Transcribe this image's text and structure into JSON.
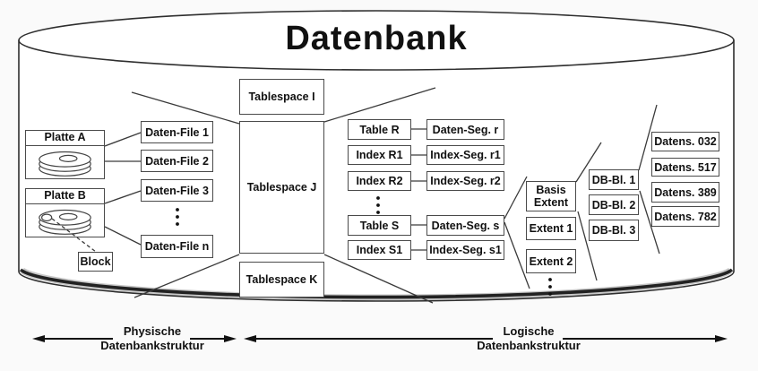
{
  "title": "Datenbank",
  "nodes": {
    "tablespace_i": "Tablespace I",
    "tablespace_j": "Tablespace J",
    "tablespace_k": "Tablespace K",
    "platte_a": "Platte A",
    "platte_b": "Platte B",
    "block": "Block",
    "daten_file_1": "Daten-File 1",
    "daten_file_2": "Daten-File 2",
    "daten_file_3": "Daten-File 3",
    "daten_file_n": "Daten-File n",
    "table_r": "Table R",
    "daten_seg_r": "Daten-Seg. r",
    "index_r1": "Index R1",
    "index_seg_r1": "Index-Seg. r1",
    "index_r2": "Index R2",
    "index_seg_r2": "Index-Seg. r2",
    "table_s": "Table S",
    "daten_seg_s": "Daten-Seg. s",
    "index_s1": "Index S1",
    "index_seg_s1": "Index-Seg. s1",
    "basis_extent": "Basis Extent",
    "extent_1": "Extent 1",
    "extent_2": "Extent 2",
    "db_bl_1": "DB-Bl. 1",
    "db_bl_2": "DB-Bl. 2",
    "db_bl_3": "DB-Bl. 3",
    "datens_032": "Datens. 032",
    "datens_517": "Datens. 517",
    "datens_389": "Datens. 389",
    "datens_782": "Datens. 782"
  },
  "axes": {
    "physical_line1": "Physische",
    "physical_line2": "Datenbankstruktur",
    "logical_line1": "Logische",
    "logical_line2": "Datenbankstruktur"
  },
  "colors": {
    "background": "#fafafa",
    "node_fill": "#ffffff",
    "stroke": "#3a3a3a",
    "text": "#111111"
  }
}
